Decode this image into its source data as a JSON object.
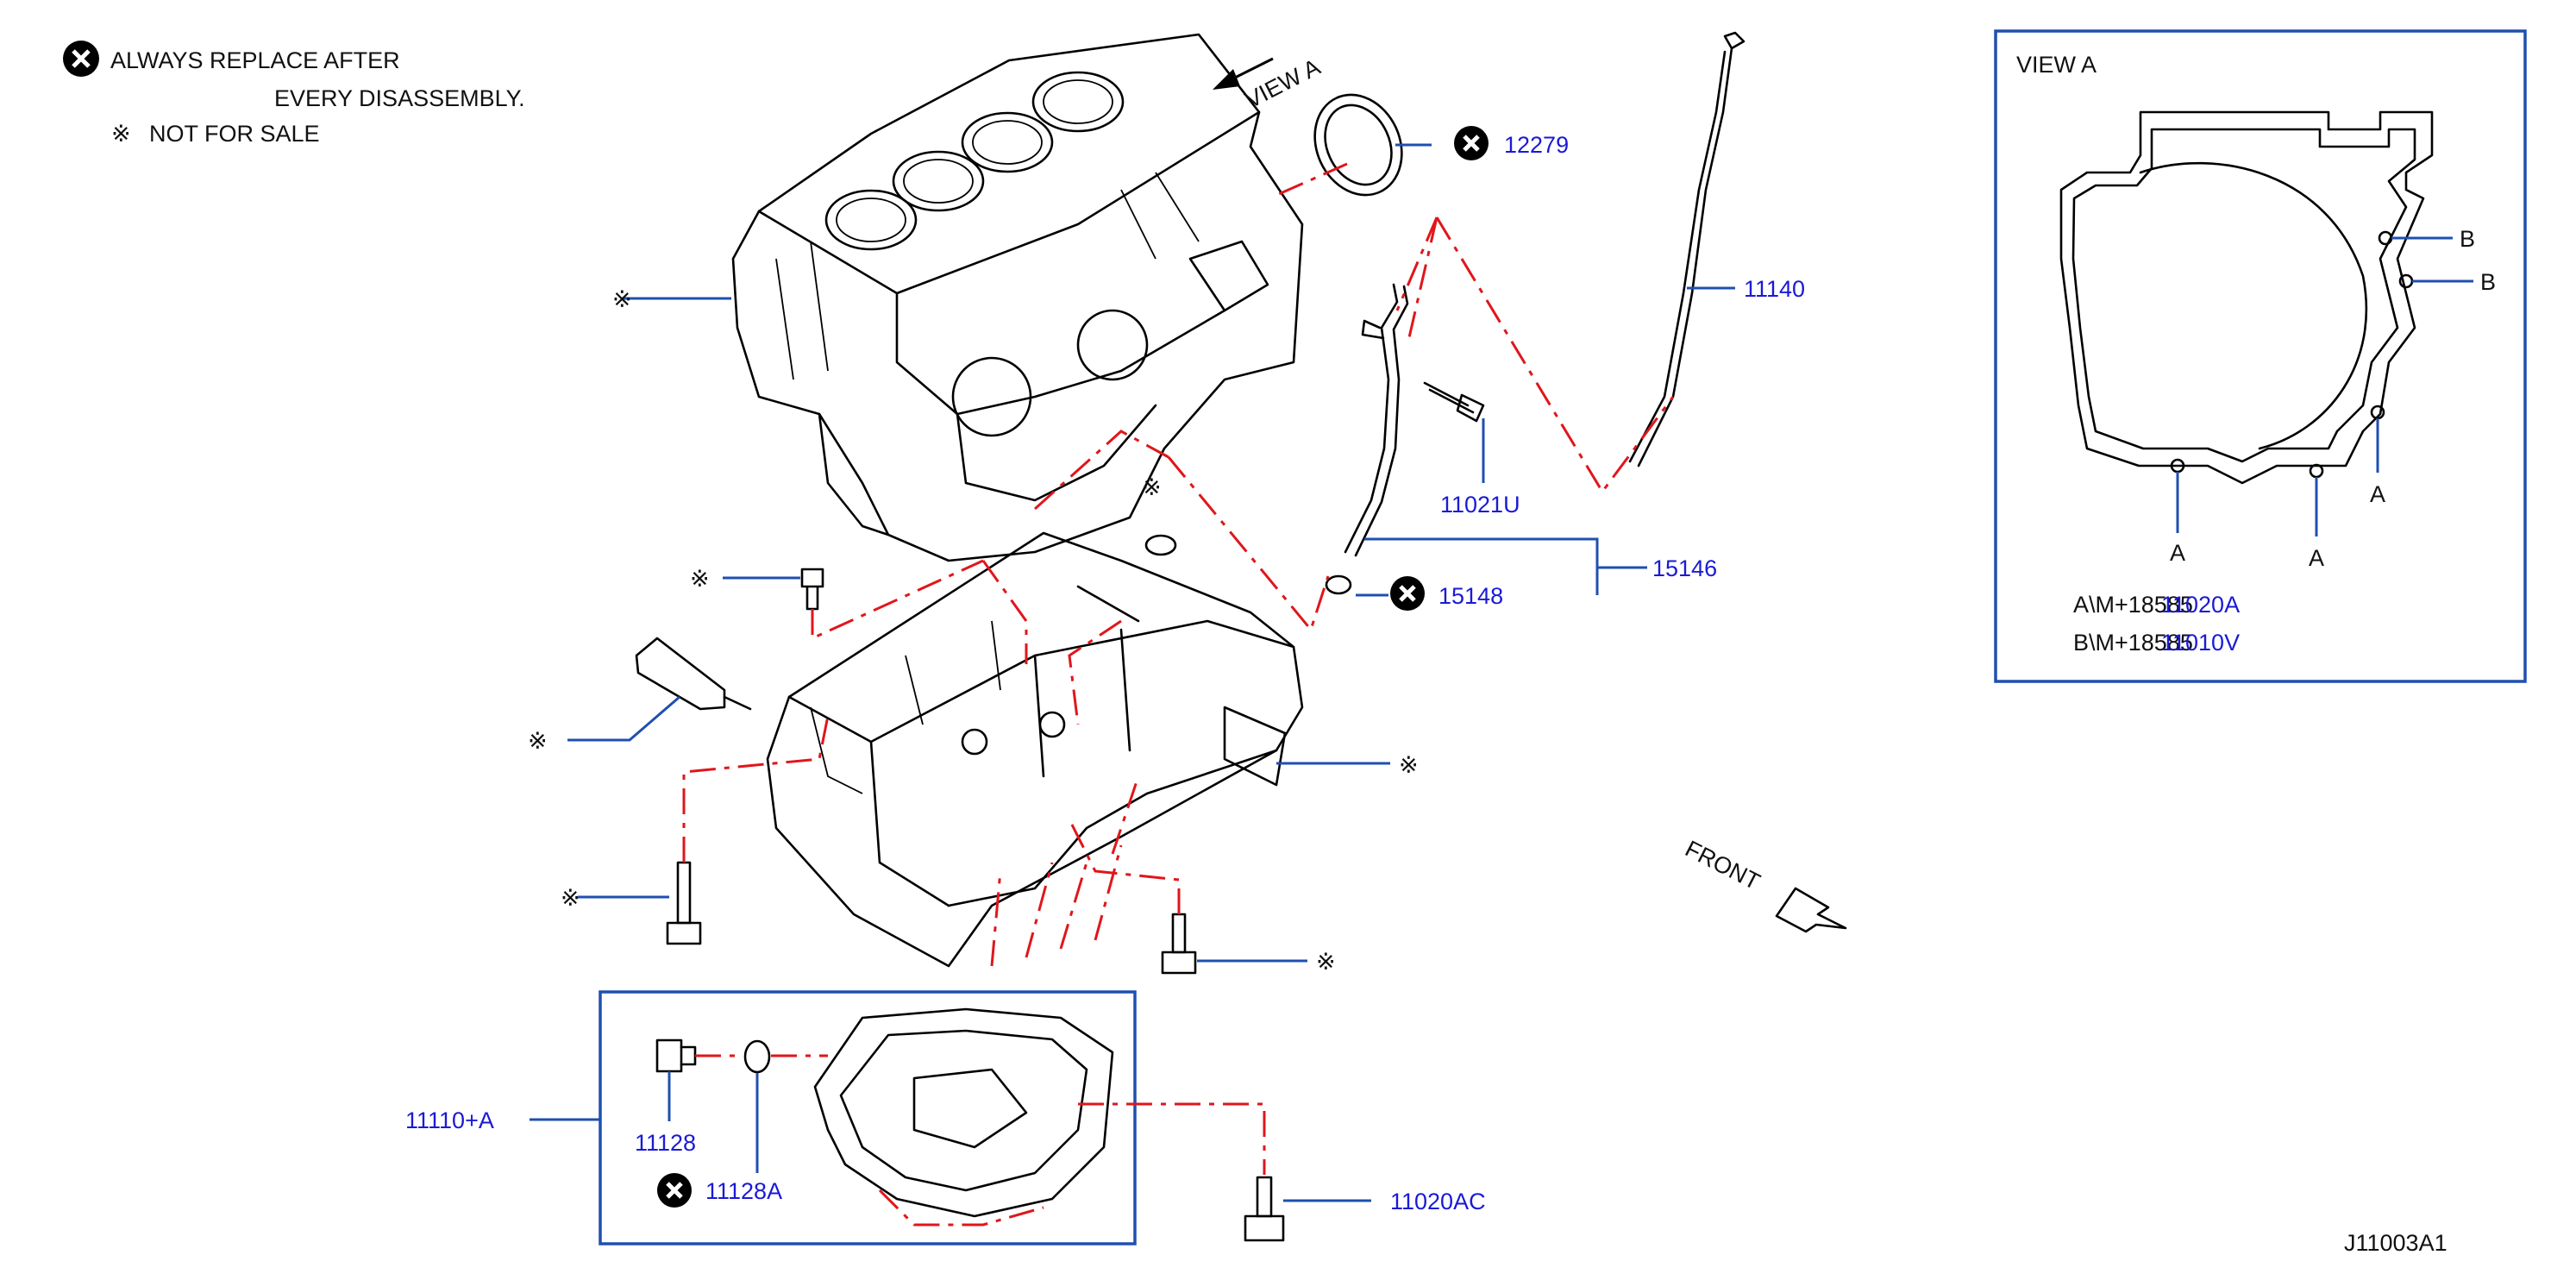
{
  "legend": {
    "replace_line1": "ALWAYS  REPLACE  AFTER",
    "replace_line2": "EVERY  DISASSEMBLY.",
    "not_for_sale": "NOT  FOR  SALE",
    "x_icon": "circle-x-icon",
    "nfs_symbol": "※"
  },
  "view_arrow_label": "VIEW  A",
  "front_label": "FRONT",
  "parts": {
    "p12279": "12279",
    "p11140": "11140",
    "p11021U": "11021U",
    "p15146": "15146",
    "p15148": "15148",
    "p11110A": "11110+A",
    "p11128": "11128",
    "p11128A": "11128A",
    "p11020AC": "11020AC"
  },
  "view_a": {
    "title": "VIEW  A",
    "callout_a": "A",
    "callout_b": "B",
    "note_a_prefix": "A\\M+18585",
    "note_a_overlay": "11020A",
    "note_b_prefix": "B\\M+18585",
    "note_b_overlay": "11010V"
  },
  "diagram_code": "J11003A1",
  "colors": {
    "part_number": "#1a1ad6",
    "leader": "#1f4fb0",
    "dash_line": "#e0161b",
    "drawing": "#000000"
  }
}
